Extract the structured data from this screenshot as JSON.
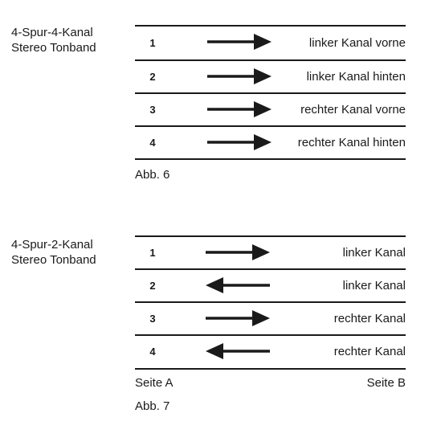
{
  "diagrams": [
    {
      "title_lines": [
        "4-Spur-4-Kanal",
        "Stereo Tonband"
      ],
      "tracks": [
        {
          "number": "1",
          "channel": "linker Kanal vorne",
          "direction": "right"
        },
        {
          "number": "2",
          "channel": "linker Kanal hinten",
          "direction": "right"
        },
        {
          "number": "3",
          "channel": "rechter Kanal vorne",
          "direction": "right"
        },
        {
          "number": "4",
          "channel": "rechter Kanal hinten",
          "direction": "right"
        }
      ],
      "side_left": "",
      "side_right": "",
      "caption": "Abb. 6"
    },
    {
      "title_lines": [
        "4-Spur-2-Kanal",
        "Stereo Tonband"
      ],
      "tracks": [
        {
          "number": "1",
          "channel": "linker Kanal",
          "direction": "right"
        },
        {
          "number": "2",
          "channel": "linker Kanal",
          "direction": "left"
        },
        {
          "number": "3",
          "channel": "rechter Kanal",
          "direction": "right"
        },
        {
          "number": "4",
          "channel": "rechter Kanal",
          "direction": "left"
        }
      ],
      "side_left": "Seite A",
      "side_right": "Seite B",
      "caption": "Abb. 7"
    }
  ],
  "colors": {
    "ink": "#1a1a1a",
    "background": "#ffffff"
  }
}
